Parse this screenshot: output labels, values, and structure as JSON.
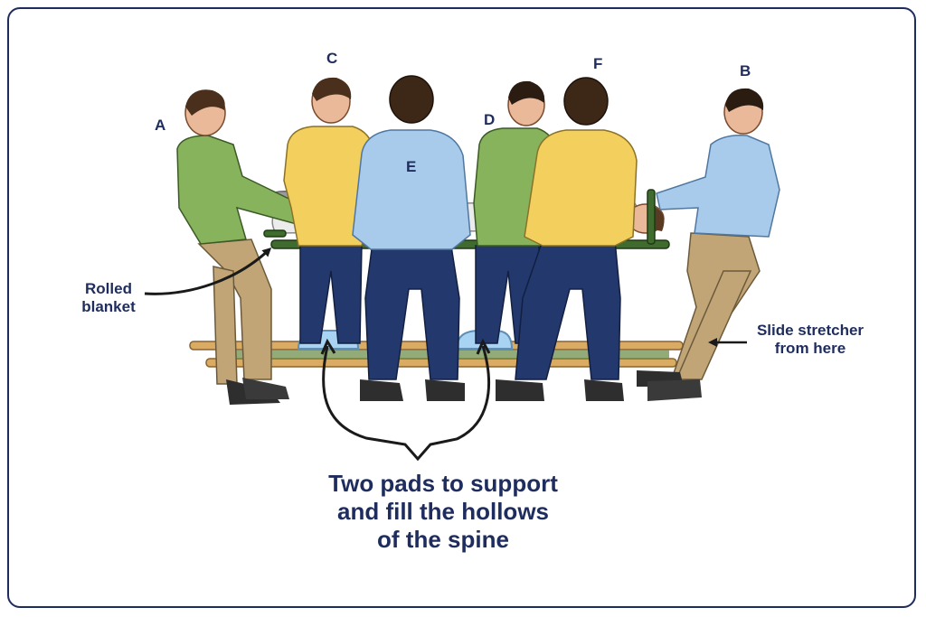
{
  "rescuers": {
    "a": "A",
    "b": "B",
    "c": "C",
    "d": "D",
    "e": "E",
    "f": "F"
  },
  "annotations": {
    "rolled_blanket": [
      "Rolled",
      "blanket"
    ],
    "slide_stretcher": [
      "Slide stretcher",
      "from here"
    ],
    "pads_caption": [
      "Two pads to support",
      "and fill the hollows",
      "of the spine"
    ]
  },
  "colors": {
    "border": "#1f2d5e",
    "label_text": "#1f2d5e",
    "shirt_green": "#86b35c",
    "shirt_yellow": "#f3cf5e",
    "shirt_blue": "#a8cbeb",
    "trousers_navy": "#23386d",
    "trousers_khaki": "#c2a577",
    "stretcher_green": "#3f6b2e",
    "stretcher_wood": "#d9ab63",
    "pad_blue": "#a9d3f2"
  }
}
